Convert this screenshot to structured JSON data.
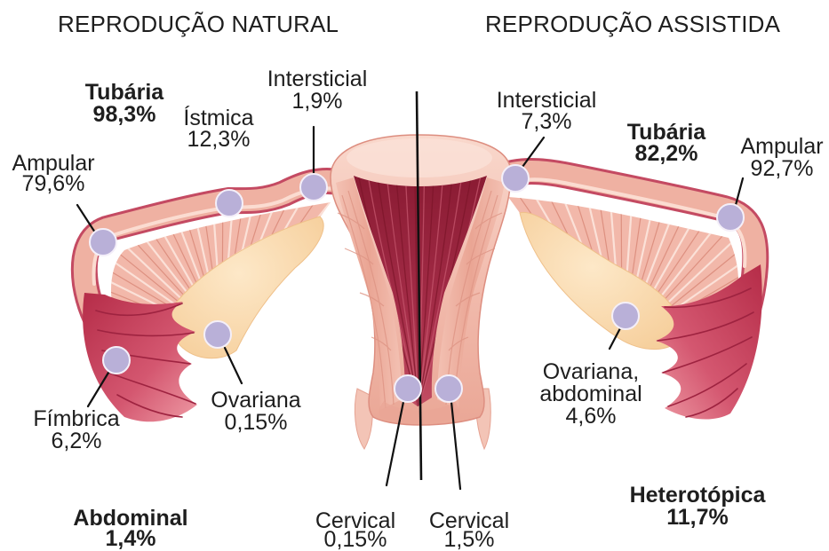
{
  "headings": {
    "natural": "REPRODUÇÃO NATURAL",
    "assisted": "REPRODUÇÃO ASSISTIDA"
  },
  "natural": {
    "tubaria": {
      "label": "Tubária",
      "value": "98,3%"
    },
    "istmica": {
      "label": "Ístmica",
      "value": "12,3%"
    },
    "intersticial": {
      "label": "Intersticial",
      "value": "1,9%"
    },
    "ampular": {
      "label": "Ampular",
      "value": "79,6%"
    },
    "fimbrica": {
      "label": "Fímbrica",
      "value": "6,2%"
    },
    "ovariana": {
      "label": "Ovariana",
      "value": "0,15%"
    },
    "abdominal": {
      "label": "Abdominal",
      "value": "1,4%"
    },
    "cervical": {
      "label": "Cervical",
      "value": "0,15%"
    }
  },
  "assisted": {
    "intersticial": {
      "label": "Intersticial",
      "value": "7,3%"
    },
    "tubaria": {
      "label": "Tubária",
      "value": "82,2%"
    },
    "ampular": {
      "label": "Ampular",
      "value": "92,7%"
    },
    "ovariana_abdominal": {
      "label_line1": "Ovariana,",
      "label_line2": "abdominal",
      "value": "4,6%"
    },
    "heterotopica": {
      "label": "Heterotópica",
      "value": "11,7%"
    },
    "cervical": {
      "label": "Cervical",
      "value": "1,5%"
    }
  },
  "colors": {
    "marker": "#b9b0d8",
    "tissue_light": "#f6cdbf",
    "tissue_mid": "#eba898",
    "cavity": "#8e1f37",
    "ovary": "#fbdcb0",
    "fimbria": "#c23a55"
  }
}
